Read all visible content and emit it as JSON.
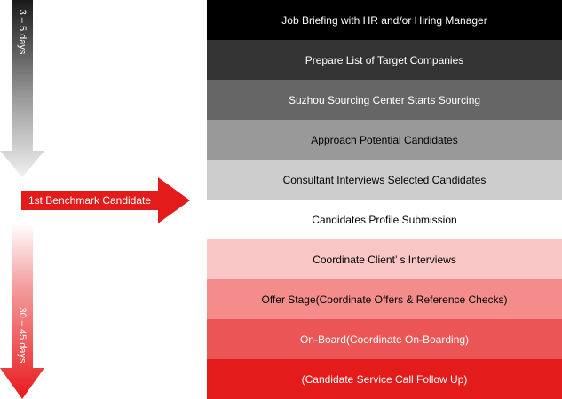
{
  "timeline": {
    "phase_one": {
      "label": "3 – 5 days"
    },
    "phase_two": {
      "label": "30 – 45 days"
    },
    "benchmark": {
      "label": "1st Benchmark Candidate"
    }
  },
  "colors": {
    "gray_arrow_top": "#1a1a1a",
    "gray_arrow_bottom": "#f0f0f0",
    "red_arrow_top": "#ffffff",
    "red_arrow_bottom": "#e8191e",
    "benchmark_arrow": "#e31b1b"
  },
  "steps": [
    {
      "label": "Job Briefing with HR and/or Hiring Manager",
      "bg": "#000000",
      "fg": "#ffffff"
    },
    {
      "label": "Prepare List of Target Companies",
      "bg": "#333333",
      "fg": "#ffffff"
    },
    {
      "label": "Suzhou Sourcing Center Starts Sourcing",
      "bg": "#666666",
      "fg": "#ffffff"
    },
    {
      "label": "Approach Potential Candidates",
      "bg": "#999999",
      "fg": "#000000"
    },
    {
      "label": "Consultant Interviews Selected Candidates",
      "bg": "#cccccc",
      "fg": "#000000"
    },
    {
      "label": "Candidates Profile Submission",
      "bg": "#ffffff",
      "fg": "#000000"
    },
    {
      "label": "Coordinate Client’ s Interviews",
      "bg": "#f9c6c6",
      "fg": "#000000"
    },
    {
      "label": "Offer Stage(Coordinate Offers & Reference Checks)",
      "bg": "#f48c8c",
      "fg": "#000000"
    },
    {
      "label": "On-Board(Coordinate On-Boarding)",
      "bg": "#ec5555",
      "fg": "#ffffff"
    },
    {
      "label": "(Candidate Service Call Follow Up)",
      "bg": "#e31b1b",
      "fg": "#ffffff"
    }
  ]
}
